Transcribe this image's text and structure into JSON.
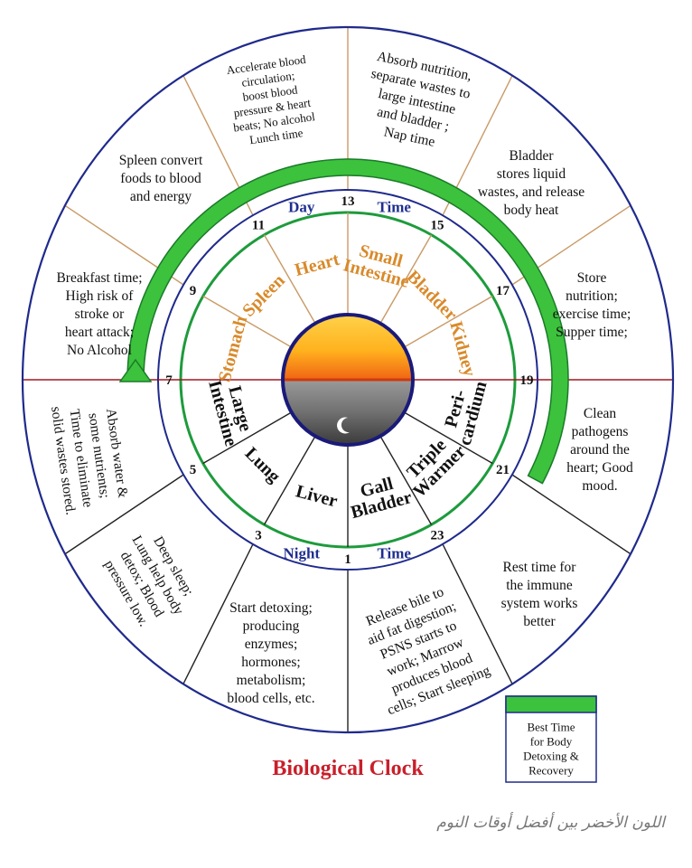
{
  "title": "Biological Clock",
  "caption": "اللون الأخضر بين أفضل أوقات النوم",
  "day_label": "Day",
  "day_time_label": "Time",
  "night_label": "Night",
  "night_time_label": "Time",
  "legend_text": [
    "Best Time",
    "for Body",
    "Detoxing &",
    "Recovery"
  ],
  "colors": {
    "day_organ": "#d98a2b",
    "night_organ": "#111111",
    "ring_green": "#1e9b3c",
    "band_green": "#3cc23c",
    "outline": "#1f2a8c",
    "spoke": "#c99a66",
    "horizon": "#a01820",
    "title": "#c8202a"
  },
  "hours": [
    "7",
    "9",
    "11",
    "13",
    "15",
    "17",
    "19",
    "21",
    "23",
    "1",
    "3",
    "5"
  ],
  "organs": [
    {
      "lines": [
        "Stomach"
      ],
      "period": "day"
    },
    {
      "lines": [
        "Spleen"
      ],
      "period": "day"
    },
    {
      "lines": [
        "Heart"
      ],
      "period": "day"
    },
    {
      "lines": [
        "Small",
        "Intestine"
      ],
      "period": "day"
    },
    {
      "lines": [
        "Bladder"
      ],
      "period": "day"
    },
    {
      "lines": [
        "Kidney"
      ],
      "period": "day"
    },
    {
      "lines": [
        "Peri-",
        "cardium"
      ],
      "period": "night"
    },
    {
      "lines": [
        "Triple",
        "Warmer"
      ],
      "period": "night"
    },
    {
      "lines": [
        "Gall",
        "Bladder"
      ],
      "period": "night"
    },
    {
      "lines": [
        "Liver"
      ],
      "period": "night"
    },
    {
      "lines": [
        "Lung"
      ],
      "period": "night"
    },
    {
      "lines": [
        "Large",
        "Intestine"
      ],
      "period": "night"
    }
  ],
  "outer_texts": [
    {
      "lines": [
        "Breakfast time;",
        "High risk of",
        "stroke or",
        "heart attack;",
        "No Alcohol"
      ]
    },
    {
      "lines": [
        "Spleen convert",
        "foods to blood",
        "and energy"
      ]
    },
    {
      "lines": [
        "Accelerate blood",
        "circulation;",
        "boost blood",
        "pressure & heart",
        "beats; No alcohol",
        "Lunch time"
      ]
    },
    {
      "lines": [
        "Absorb nutrition,",
        "separate wastes to",
        "large intestine",
        "and bladder ;",
        "Nap time"
      ]
    },
    {
      "lines": [
        "Bladder",
        "stores liquid",
        "wastes, and release",
        "body heat"
      ]
    },
    {
      "lines": [
        "Store",
        "nutrition;",
        "exercise time;",
        "Supper time;"
      ]
    },
    {
      "lines": [
        "Clean",
        "pathogens",
        "around the",
        "heart; Good",
        "mood."
      ]
    },
    {
      "lines": [
        "Rest time for",
        "the immune",
        "system works",
        "better"
      ]
    },
    {
      "lines": [
        "Release bile to",
        "aid fat digestion;",
        "PSNS starts to",
        "work; Marrow",
        "produces blood",
        "cells; Start sleeping"
      ]
    },
    {
      "lines": [
        "Start detoxing;",
        "producing",
        "enzymes;",
        "hormones;",
        "metabolism;",
        "blood cells, etc."
      ]
    },
    {
      "lines": [
        "Deep sleep;",
        "Lung help body",
        "detox; Blood",
        "pressure low."
      ]
    },
    {
      "lines": [
        "Absorb water &",
        "some nutrients;",
        "Time to eliminate",
        "solid wastes stored."
      ]
    }
  ]
}
